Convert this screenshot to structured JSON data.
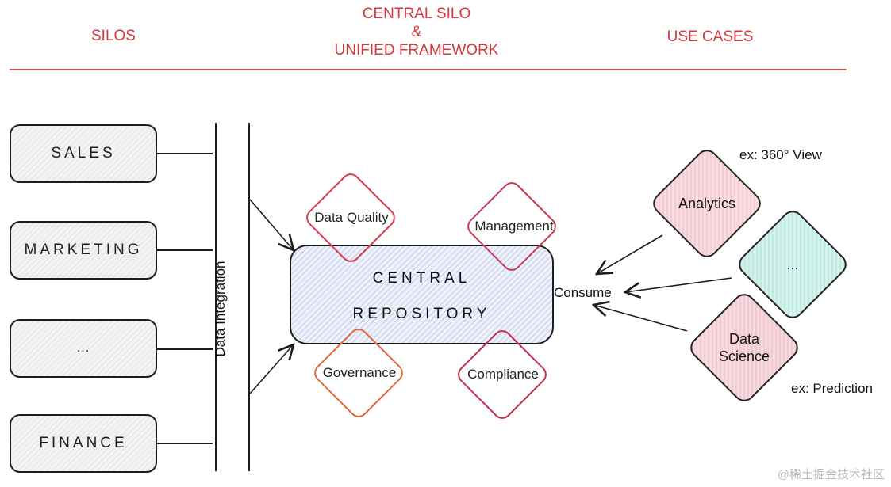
{
  "headers": {
    "silos": "SILOS",
    "central_line1": "CENTRAL SILO",
    "central_line2": "&",
    "central_line3": "UNIFIED FRAMEWORK",
    "use_cases": "USE CASES"
  },
  "silos": [
    "SALES",
    "MARKETING",
    "...",
    "FINANCE"
  ],
  "integration": {
    "label": "Data Integration"
  },
  "central": {
    "line1": "CENTRAL",
    "line2": "REPOSITORY"
  },
  "pillars": {
    "data_quality": "Data Quality",
    "management": "Management",
    "governance": "Governance",
    "compliance": "Compliance"
  },
  "use_cases": {
    "analytics": "Analytics",
    "other": "...",
    "data_science_line1": "Data",
    "data_science_line2": "Science",
    "analytics_example": "ex: 360° View",
    "data_science_example": "ex: Prediction"
  },
  "consume": {
    "label": "Consume"
  },
  "watermark": "@稀土掘金技术社区",
  "colors": {
    "header_red": "#d6363c",
    "data_quality_border": "#d63a4c",
    "management_border": "#c83a50",
    "governance_border": "#e06a3a",
    "compliance_border": "#c2304e",
    "analytics_fill": "#f8dcdf",
    "other_fill": "#d4f2ee",
    "data_science_fill": "#f7d9e0",
    "central_fill": "#dfe5f6"
  }
}
